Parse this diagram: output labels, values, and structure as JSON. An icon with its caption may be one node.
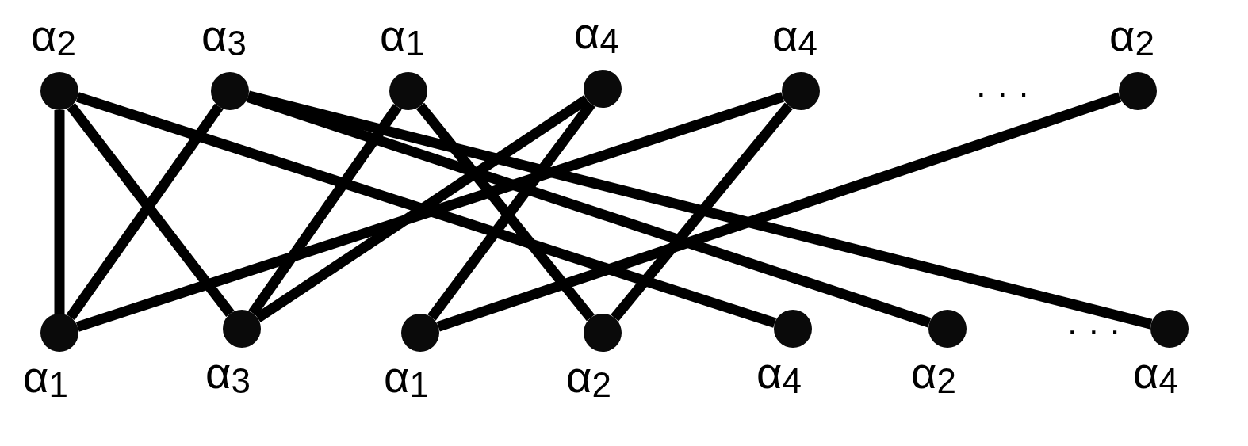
{
  "diagram": {
    "nodes": [
      {
        "text": [
          "α$_{2}$"
        ]
      },
      {
        "text": [
          "α$_{3}$"
        ]
      },
      {
        "text": [
          "α$_{1}$"
        ]
      },
      {
        "text": [
          "α$_{4}$"
        ]
      },
      {
        "text": [
          "α$_{4}$"
        ]
      },
      {
        "text": [
          "α$_{2}$"
        ]
      },
      {
        "text": [
          "α$_{1}$"
        ]
      },
      {
        "text": [
          "α$_{3}$"
        ]
      },
      {
        "text": [
          "α$_{1}$"
        ]
      },
      {
        "text": [
          "α$_{2}$"
        ]
      },
      {
        "text": [
          "α$_{4}$"
        ]
      },
      {
        "text": [
          "α$_{2}$"
        ]
      },
      {
        "text": [
          "α$_{4}$"
        ]
      }
    ],
    "edges": [
      {
        "from": 0,
        "to": 6,
        "arrow": "none"
      },
      {
        "from": 0,
        "to": 7,
        "arrow": "none"
      },
      {
        "from": 0,
        "to": 10,
        "arrow": "none"
      },
      {
        "from": 1,
        "to": 6,
        "arrow": "none"
      },
      {
        "from": 1,
        "to": 11,
        "arrow": "none"
      },
      {
        "from": 1,
        "to": 12,
        "arrow": "none"
      },
      {
        "from": 2,
        "to": 7,
        "arrow": "none"
      },
      {
        "from": 2,
        "to": 9,
        "arrow": "none"
      },
      {
        "from": 3,
        "to": 7,
        "arrow": "none"
      },
      {
        "from": 3,
        "to": 8,
        "arrow": "none"
      },
      {
        "from": 4,
        "to": 6,
        "arrow": "none"
      },
      {
        "from": 4,
        "to": 9,
        "arrow": "none"
      },
      {
        "from": 5,
        "to": 8,
        "arrow": "none"
      }
    ],
    "labels": [
      "· · ·",
      "· · ·"
    ]
  }
}
